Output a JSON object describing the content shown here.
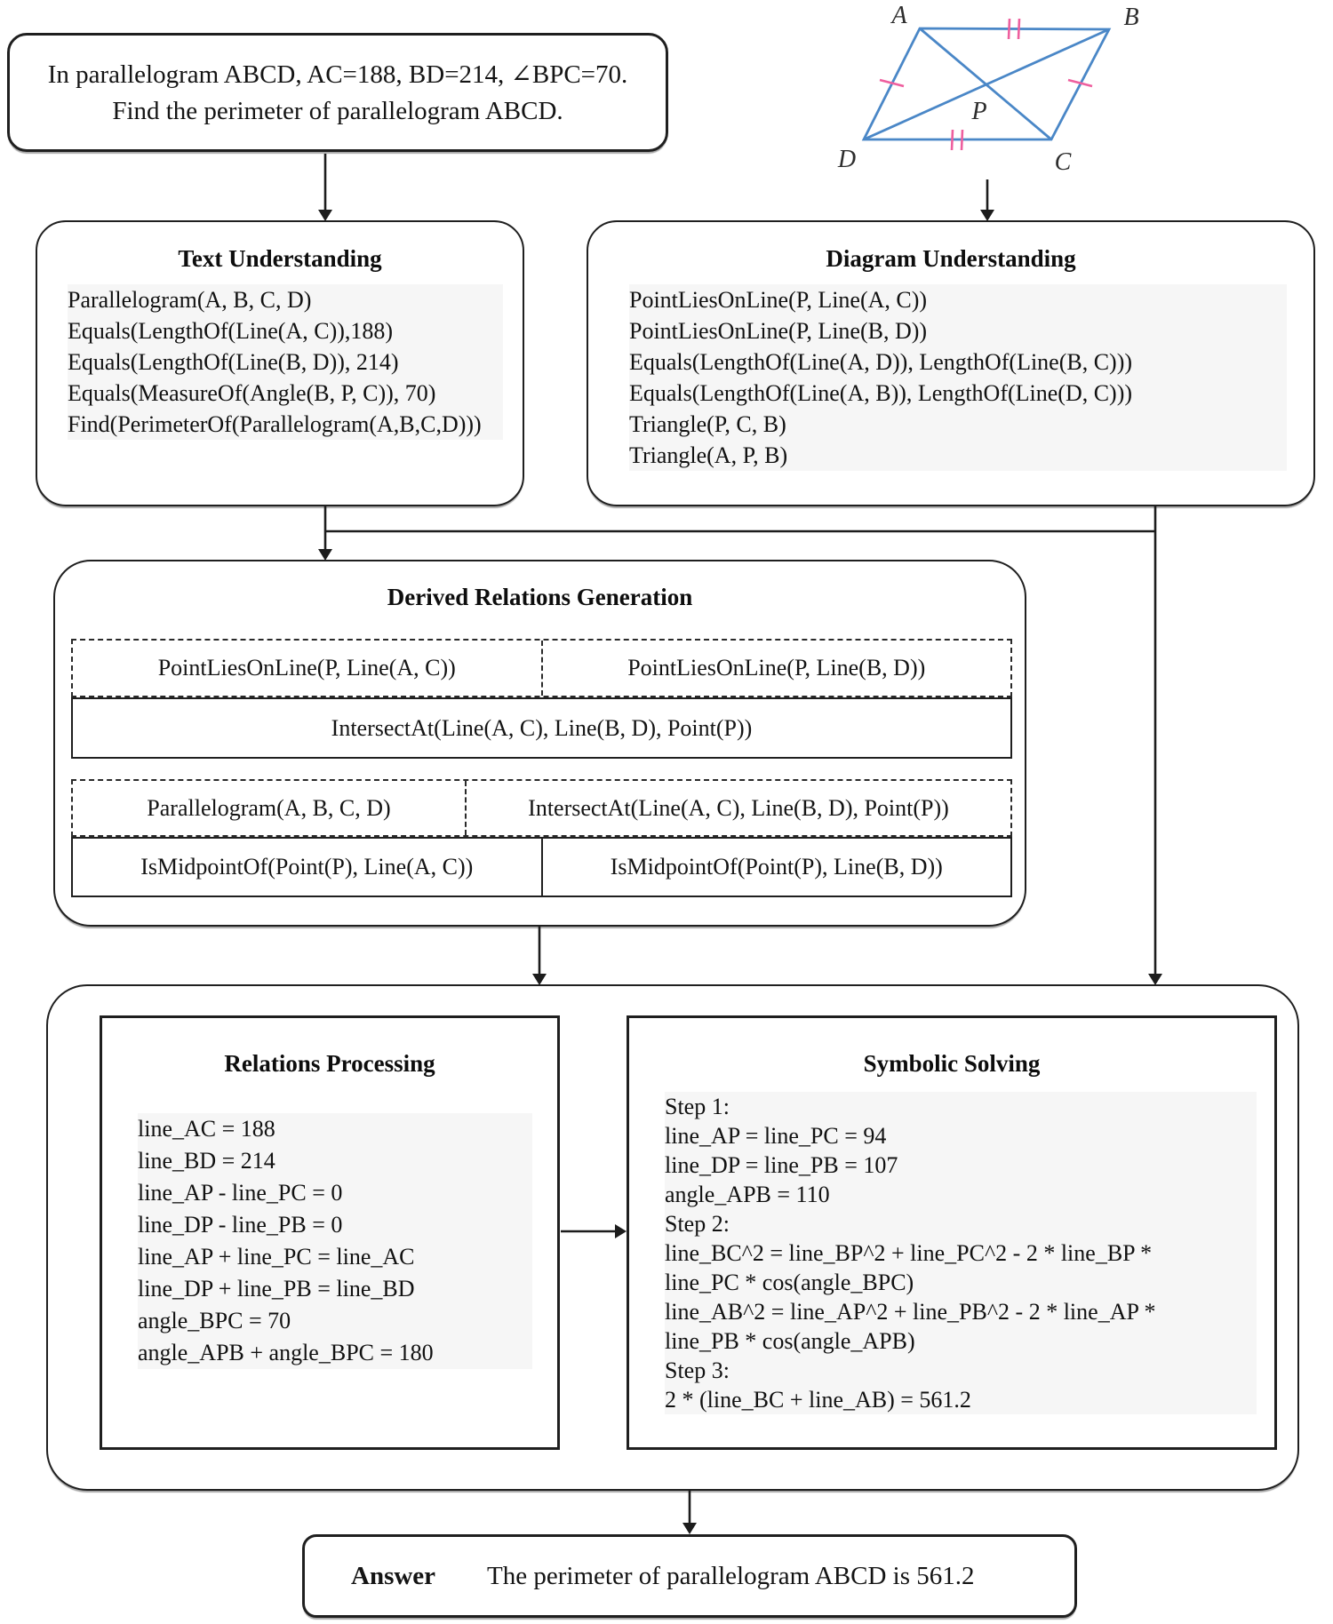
{
  "problem": {
    "line1": "In parallelogram ABCD, AC=188, BD=214, ∠BPC=70.",
    "line2": "Find the perimeter of parallelogram ABCD."
  },
  "figure": {
    "labels": {
      "a": "A",
      "b": "B",
      "c": "C",
      "d": "D",
      "p": "P"
    }
  },
  "text_understanding": {
    "title": "Text Understanding",
    "lines": [
      "Parallelogram(A, B, C, D)",
      "Equals(LengthOf(Line(A, C)),188)",
      "Equals(LengthOf(Line(B, D)), 214)",
      "Equals(MeasureOf(Angle(B, P, C)), 70)",
      "Find(PerimeterOf(Parallelogram(A,B,C,D)))"
    ]
  },
  "diagram_understanding": {
    "title": "Diagram Understanding",
    "lines": [
      "PointLiesOnLine(P, Line(A, C))",
      "PointLiesOnLine(P, Line(B, D))",
      "Equals(LengthOf(Line(A, D)), LengthOf(Line(B, C)))",
      "Equals(LengthOf(Line(A, B)), LengthOf(Line(D, C)))",
      "Triangle(P, C, B)",
      "Triangle(A, P, B)"
    ]
  },
  "derived_relations": {
    "title": "Derived Relations Generation",
    "group1_premises": [
      "PointLiesOnLine(P, Line(A, C))",
      "PointLiesOnLine(P, Line(B, D))"
    ],
    "group1_conclusion": "IntersectAt(Line(A, C), Line(B, D), Point(P))",
    "group2_premises": [
      "Parallelogram(A, B, C, D)",
      "IntersectAt(Line(A, C), Line(B, D), Point(P))"
    ],
    "group2_conclusions": [
      "IsMidpointOf(Point(P), Line(A, C))",
      "IsMidpointOf(Point(P), Line(B, D))"
    ]
  },
  "relations_processing": {
    "title": "Relations Processing",
    "lines": [
      "line_AC = 188",
      "line_BD = 214",
      "line_AP - line_PC = 0",
      "line_DP - line_PB = 0",
      "line_AP + line_PC = line_AC",
      "line_DP + line_PB = line_BD",
      "angle_BPC = 70",
      "angle_APB + angle_BPC = 180"
    ]
  },
  "symbolic_solving": {
    "title": "Symbolic Solving",
    "lines": [
      "Step 1:",
      "line_AP = line_PC = 94",
      "line_DP = line_PB = 107",
      "angle_APB = 110",
      "Step 2:",
      "line_BC^2 = line_BP^2 + line_PC^2 - 2 * line_BP *",
      "line_PC * cos(angle_BPC)",
      "line_AB^2 = line_AP^2 + line_PB^2 - 2 * line_AP *",
      "line_PB * cos(angle_APB)",
      "Step 3:",
      "2 * (line_BC + line_AB) = 561.2"
    ]
  },
  "answer": {
    "label": "Answer",
    "text": "The perimeter of parallelogram ABCD is 561.2"
  },
  "colors": {
    "figure_blue": "#4a87c7",
    "tick_pink": "#ee5f9e",
    "connector_black": "#1c1c1c"
  }
}
